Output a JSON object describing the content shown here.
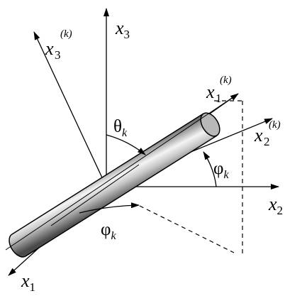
{
  "labels": {
    "x3": {
      "base": "x",
      "sub": "3"
    },
    "x3k": {
      "base": "x",
      "sub": "3",
      "sup": "(k)"
    },
    "x1k": {
      "base": "x",
      "sub": "1",
      "sup": "(k)"
    },
    "x2k": {
      "base": "x",
      "sub": "2",
      "sup": "(k)"
    },
    "x2": {
      "base": "x",
      "sub": "2"
    },
    "x1": {
      "base": "x",
      "sub": "1"
    },
    "theta": {
      "base": "θ",
      "sub": "k"
    },
    "phi_upper": {
      "base": "φ",
      "sub": "k"
    },
    "phi_lower": {
      "base": "φ",
      "sub": "k"
    }
  }
}
